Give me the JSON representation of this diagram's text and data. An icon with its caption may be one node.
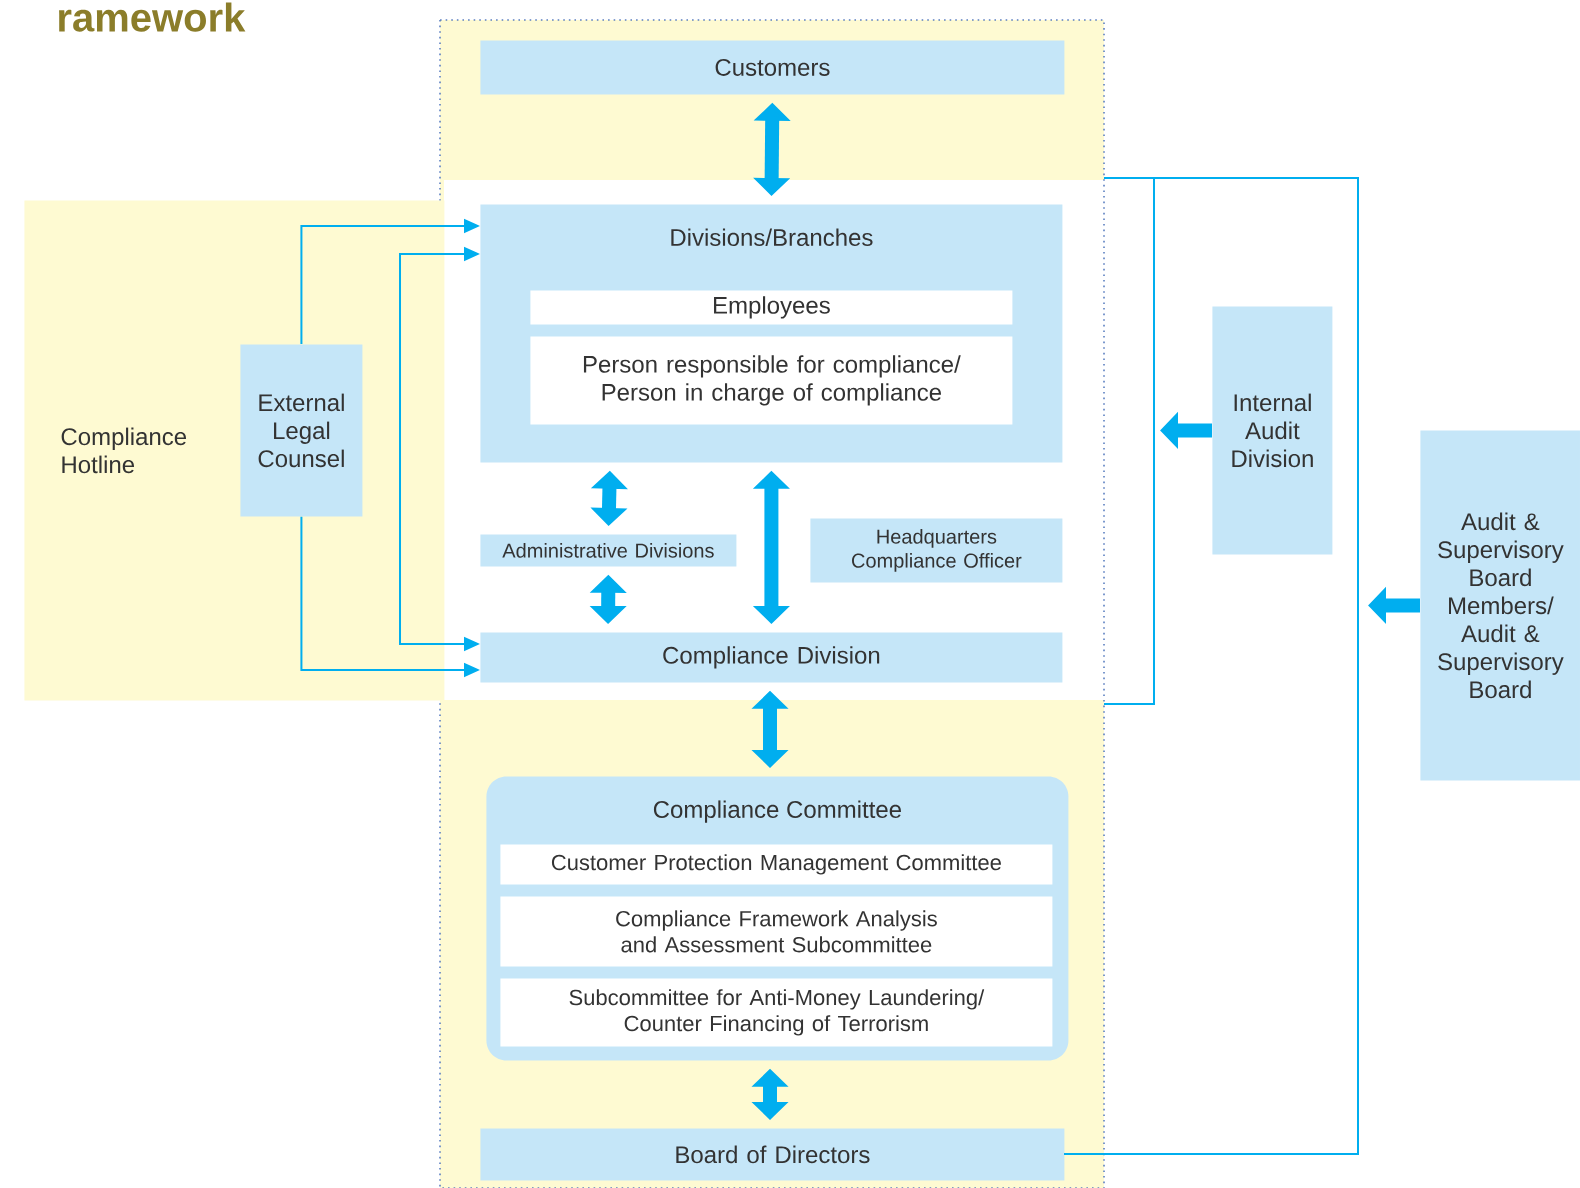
{
  "diagram": {
    "title": "ramework",
    "nodes": [
      {
        "text": [
          "Customers"
        ]
      },
      {
        "text": [
          "Compliance Hotline"
        ]
      },
      {
        "text": [
          "External Legal Counsel"
        ],
        "in": 1
      },
      {
        "text": [
          "Divisions/Branches"
        ]
      },
      {
        "text": [
          "Employees"
        ],
        "in": 3
      },
      {
        "text": [
          "Person responsible for compliance/ Person in charge of compliance"
        ],
        "in": 3
      },
      {
        "text": [
          "Administrative Divisions"
        ]
      },
      {
        "text": [
          "Headquarters Compliance Officer"
        ]
      },
      {
        "text": [
          "Compliance Division"
        ]
      },
      {
        "text": [
          "Internal Audit Division"
        ]
      },
      {
        "text": [
          "Audit & Supervisory Board Members/ Audit & Supervisory Board"
        ]
      },
      {
        "text": [
          "Compliance Committee"
        ]
      },
      {
        "text": [
          "Customer Protection Management Committee"
        ],
        "in": 11
      },
      {
        "text": [
          "Compliance Framework Analysis and Assessment Subcommittee"
        ],
        "in": 11
      },
      {
        "text": [
          "Subcommittee for Anti-Money Laundering/ Counter Financing of Terrorism"
        ],
        "in": 11
      },
      {
        "text": [
          "Board of Directors"
        ]
      }
    ],
    "edges": [
      {
        "from": 0,
        "to": 3,
        "arrow": "both"
      },
      {
        "from": 3,
        "to": 6,
        "arrow": "both"
      },
      {
        "from": 6,
        "to": 8,
        "arrow": "both"
      },
      {
        "from": 3,
        "to": 8,
        "arrow": "both"
      },
      {
        "from": 8,
        "to": 11,
        "arrow": "both"
      },
      {
        "from": 11,
        "to": 15,
        "arrow": "both"
      },
      {
        "from": 2,
        "to": 3,
        "arrow": "to"
      },
      {
        "from": 2,
        "to": 8,
        "arrow": "to"
      },
      {
        "from": 3,
        "to": 8,
        "arrow": "both"
      },
      {
        "from": 9,
        "to": null,
        "arrow": "to"
      },
      {
        "from": 10,
        "to": null,
        "arrow": "to"
      }
    ]
  }
}
